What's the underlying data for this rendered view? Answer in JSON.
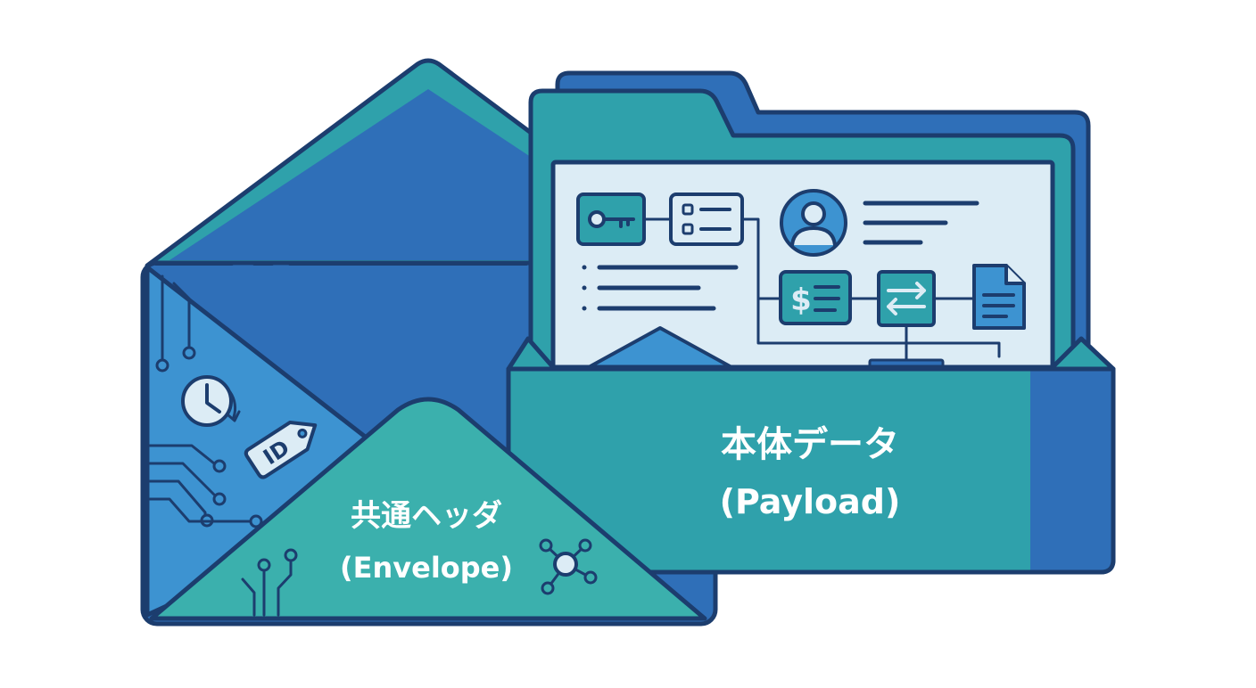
{
  "envelope": {
    "label_line1": "共通ヘッダ",
    "label_line2": "(Envelope)",
    "id_tag": "ID"
  },
  "folder": {
    "label_line1": "本体データ",
    "label_line2": "(Payload)",
    "currency_symbol": "$"
  },
  "colors": {
    "outline": "#1c3d6e",
    "envelope_blue": "#2f6fb8",
    "envelope_light": "#3d93d1",
    "teal": "#2e9fa6",
    "teal_light": "#44b7b3",
    "document_bg": "#dcecf5",
    "white": "#ffffff"
  }
}
